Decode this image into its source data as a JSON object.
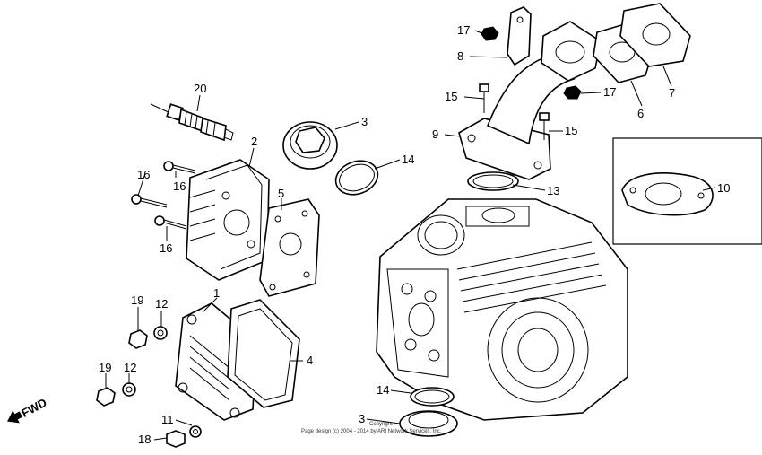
{
  "callouts": [
    {
      "id": "c20",
      "label": "20"
    },
    {
      "id": "c2",
      "label": "2"
    },
    {
      "id": "c16a",
      "label": "16"
    },
    {
      "id": "c16b",
      "label": "16"
    },
    {
      "id": "c16c",
      "label": "16"
    },
    {
      "id": "c5",
      "label": "5"
    },
    {
      "id": "c3a",
      "label": "3"
    },
    {
      "id": "c14a",
      "label": "14"
    },
    {
      "id": "c17a",
      "label": "17"
    },
    {
      "id": "c8",
      "label": "8"
    },
    {
      "id": "c15a",
      "label": "15"
    },
    {
      "id": "c17b",
      "label": "17"
    },
    {
      "id": "c6",
      "label": "6"
    },
    {
      "id": "c7",
      "label": "7"
    },
    {
      "id": "c9",
      "label": "9"
    },
    {
      "id": "c15b",
      "label": "15"
    },
    {
      "id": "c13",
      "label": "13"
    },
    {
      "id": "c10",
      "label": "10"
    },
    {
      "id": "c1",
      "label": "1"
    },
    {
      "id": "c19a",
      "label": "19"
    },
    {
      "id": "c12a",
      "label": "12"
    },
    {
      "id": "c4",
      "label": "4"
    },
    {
      "id": "c19b",
      "label": "19"
    },
    {
      "id": "c12b",
      "label": "12"
    },
    {
      "id": "c11",
      "label": "11"
    },
    {
      "id": "c18",
      "label": "18"
    },
    {
      "id": "c14b",
      "label": "14"
    },
    {
      "id": "c3b",
      "label": "3"
    }
  ],
  "fwd_label": "FWD",
  "copyright_line1": "Copyright",
  "copyright_line2": "Page design (c) 2004 - 2014 by ARI Network Services, Inc."
}
